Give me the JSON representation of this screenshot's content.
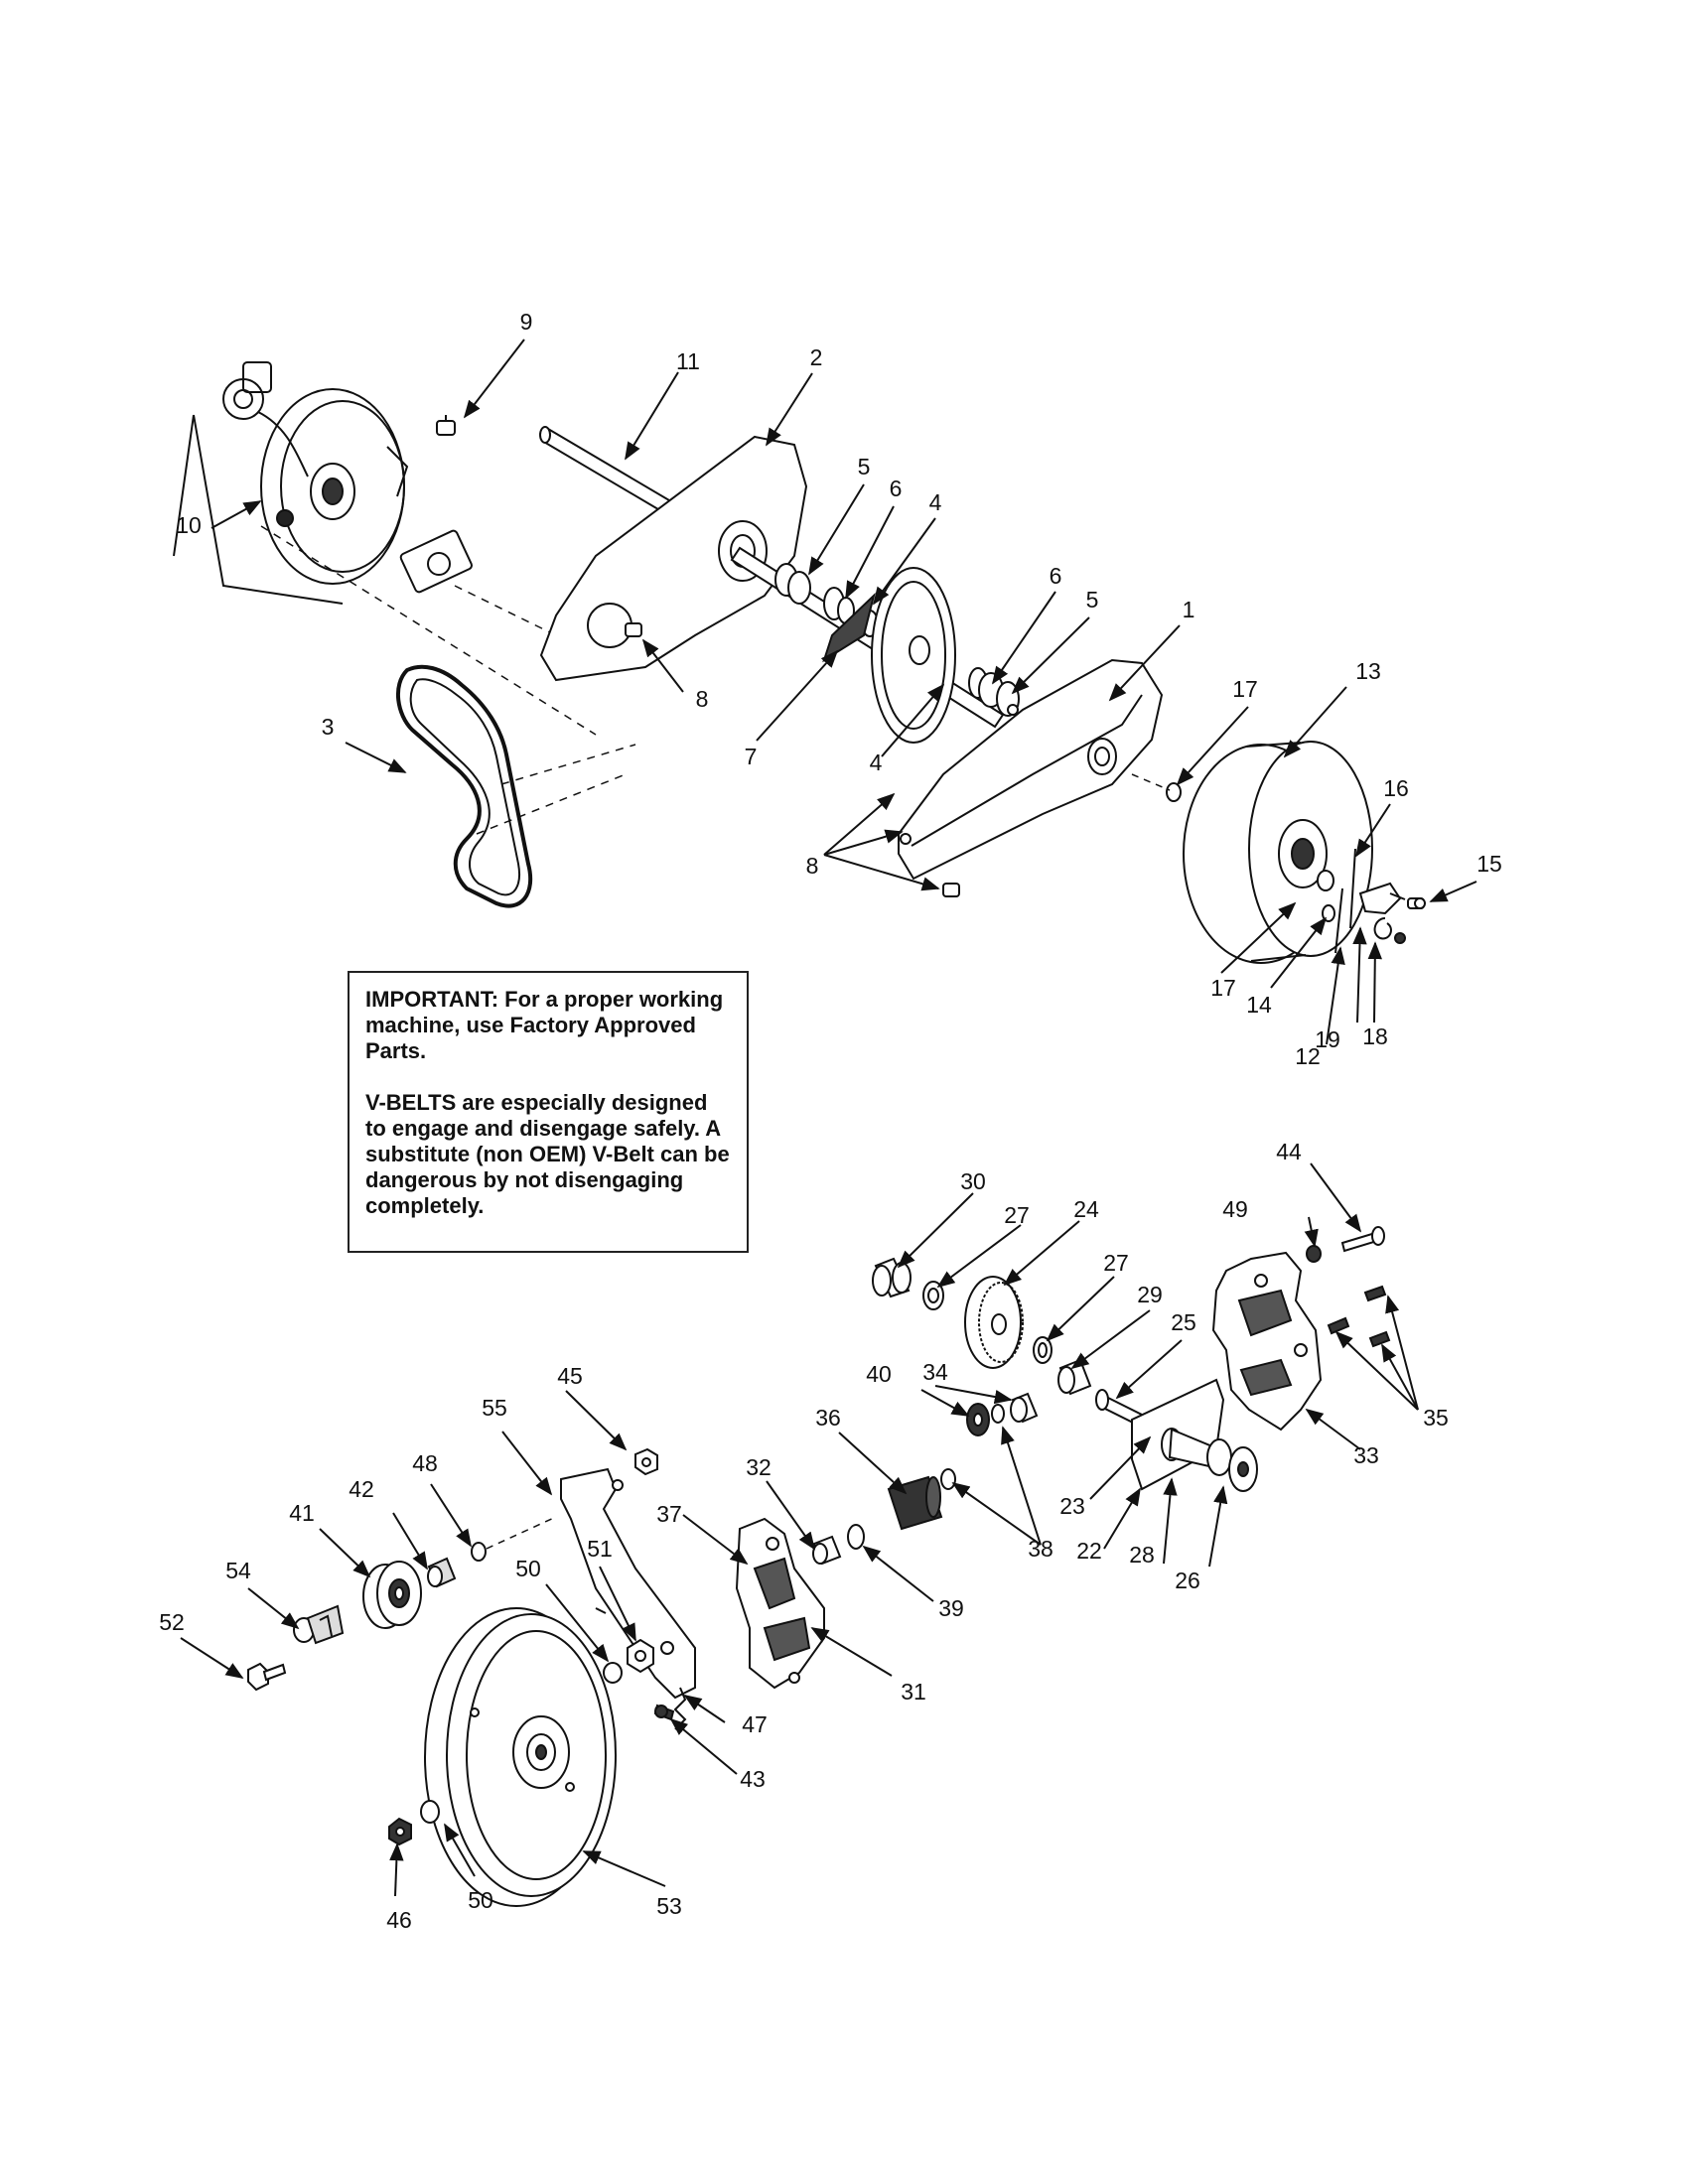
{
  "notice": {
    "important": "IMPORTANT: For a proper working machine, use Factory Approved Parts.",
    "vbelt_warning": "V-BELTS are especially designed to engage and disengage safely. A substitute (non OEM) V-Belt can be dangerous by not disengaging completely."
  },
  "callouts": [
    "1",
    "2",
    "3",
    "4",
    "5",
    "6",
    "7",
    "8",
    "9",
    "10",
    "11",
    "12",
    "13",
    "14",
    "15",
    "16",
    "17",
    "18",
    "19",
    "22",
    "23",
    "24",
    "25",
    "26",
    "27",
    "28",
    "29",
    "30",
    "31",
    "32",
    "33",
    "34",
    "35",
    "36",
    "37",
    "38",
    "39",
    "40",
    "41",
    "42",
    "43",
    "44",
    "45",
    "46",
    "47",
    "48",
    "49",
    "50",
    "51",
    "52",
    "53",
    "54",
    "55"
  ]
}
